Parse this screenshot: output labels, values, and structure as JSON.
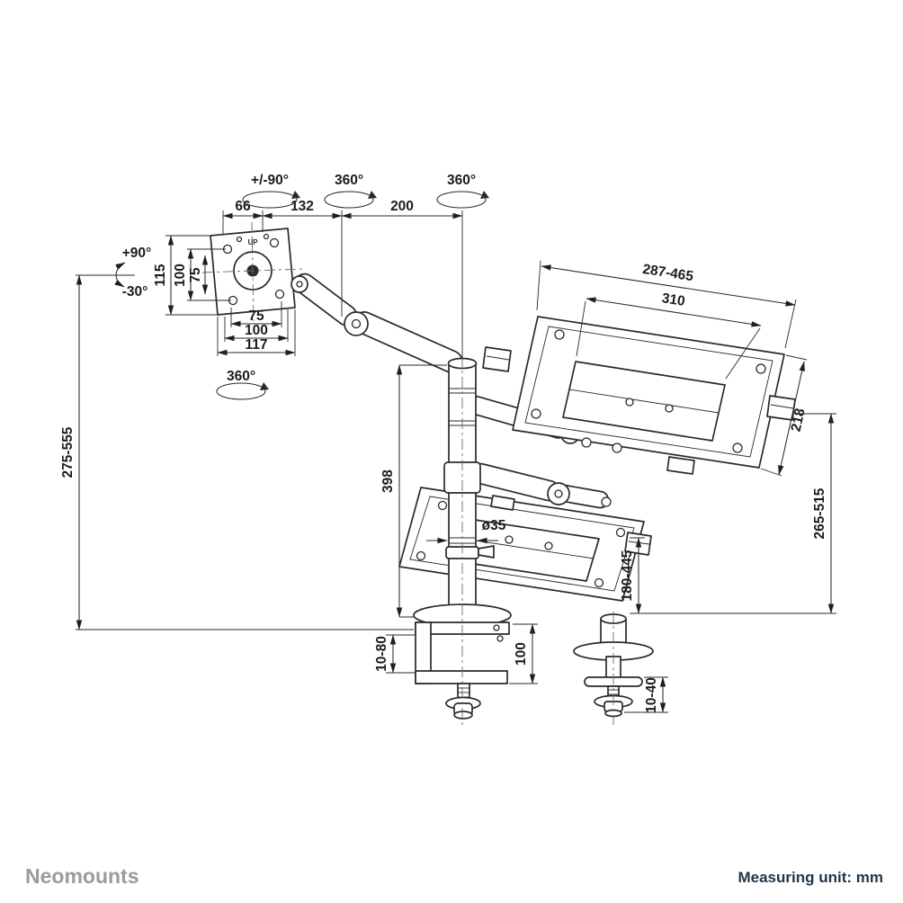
{
  "page": {
    "background": "#ffffff",
    "line_color": "#2a2a2a"
  },
  "drawing": {
    "vesa_marking": "UP",
    "labels": {
      "tilt_range": "+/-90°",
      "swivel_arm": "360°",
      "swivel_pole": "360°",
      "swivel_vesa": "360°",
      "tilt_up": "+90°",
      "tilt_down": "-30°",
      "arm_front": "66",
      "arm_mid": "132",
      "arm_rear": "200",
      "vesa_height_115": "115",
      "vesa_height_100": "100",
      "vesa_height_75": "75",
      "vesa_width_75": "75",
      "vesa_width_100": "100",
      "vesa_width_117": "117",
      "monitor_height_range": "275-555",
      "tray_width_range": "287-465",
      "tray_width_inner": "310",
      "tray_depth": "218",
      "pole_height": "398",
      "pole_diameter": "ø35",
      "tray_height_range": "265-515",
      "tray_low_range": "180-445",
      "clamp_thickness_range": "10-80",
      "clamp_height": "100",
      "grommet_thickness_range": "10-40"
    }
  },
  "footer": {
    "brand": "Neomounts",
    "measuring_unit": "Measuring unit: mm"
  }
}
